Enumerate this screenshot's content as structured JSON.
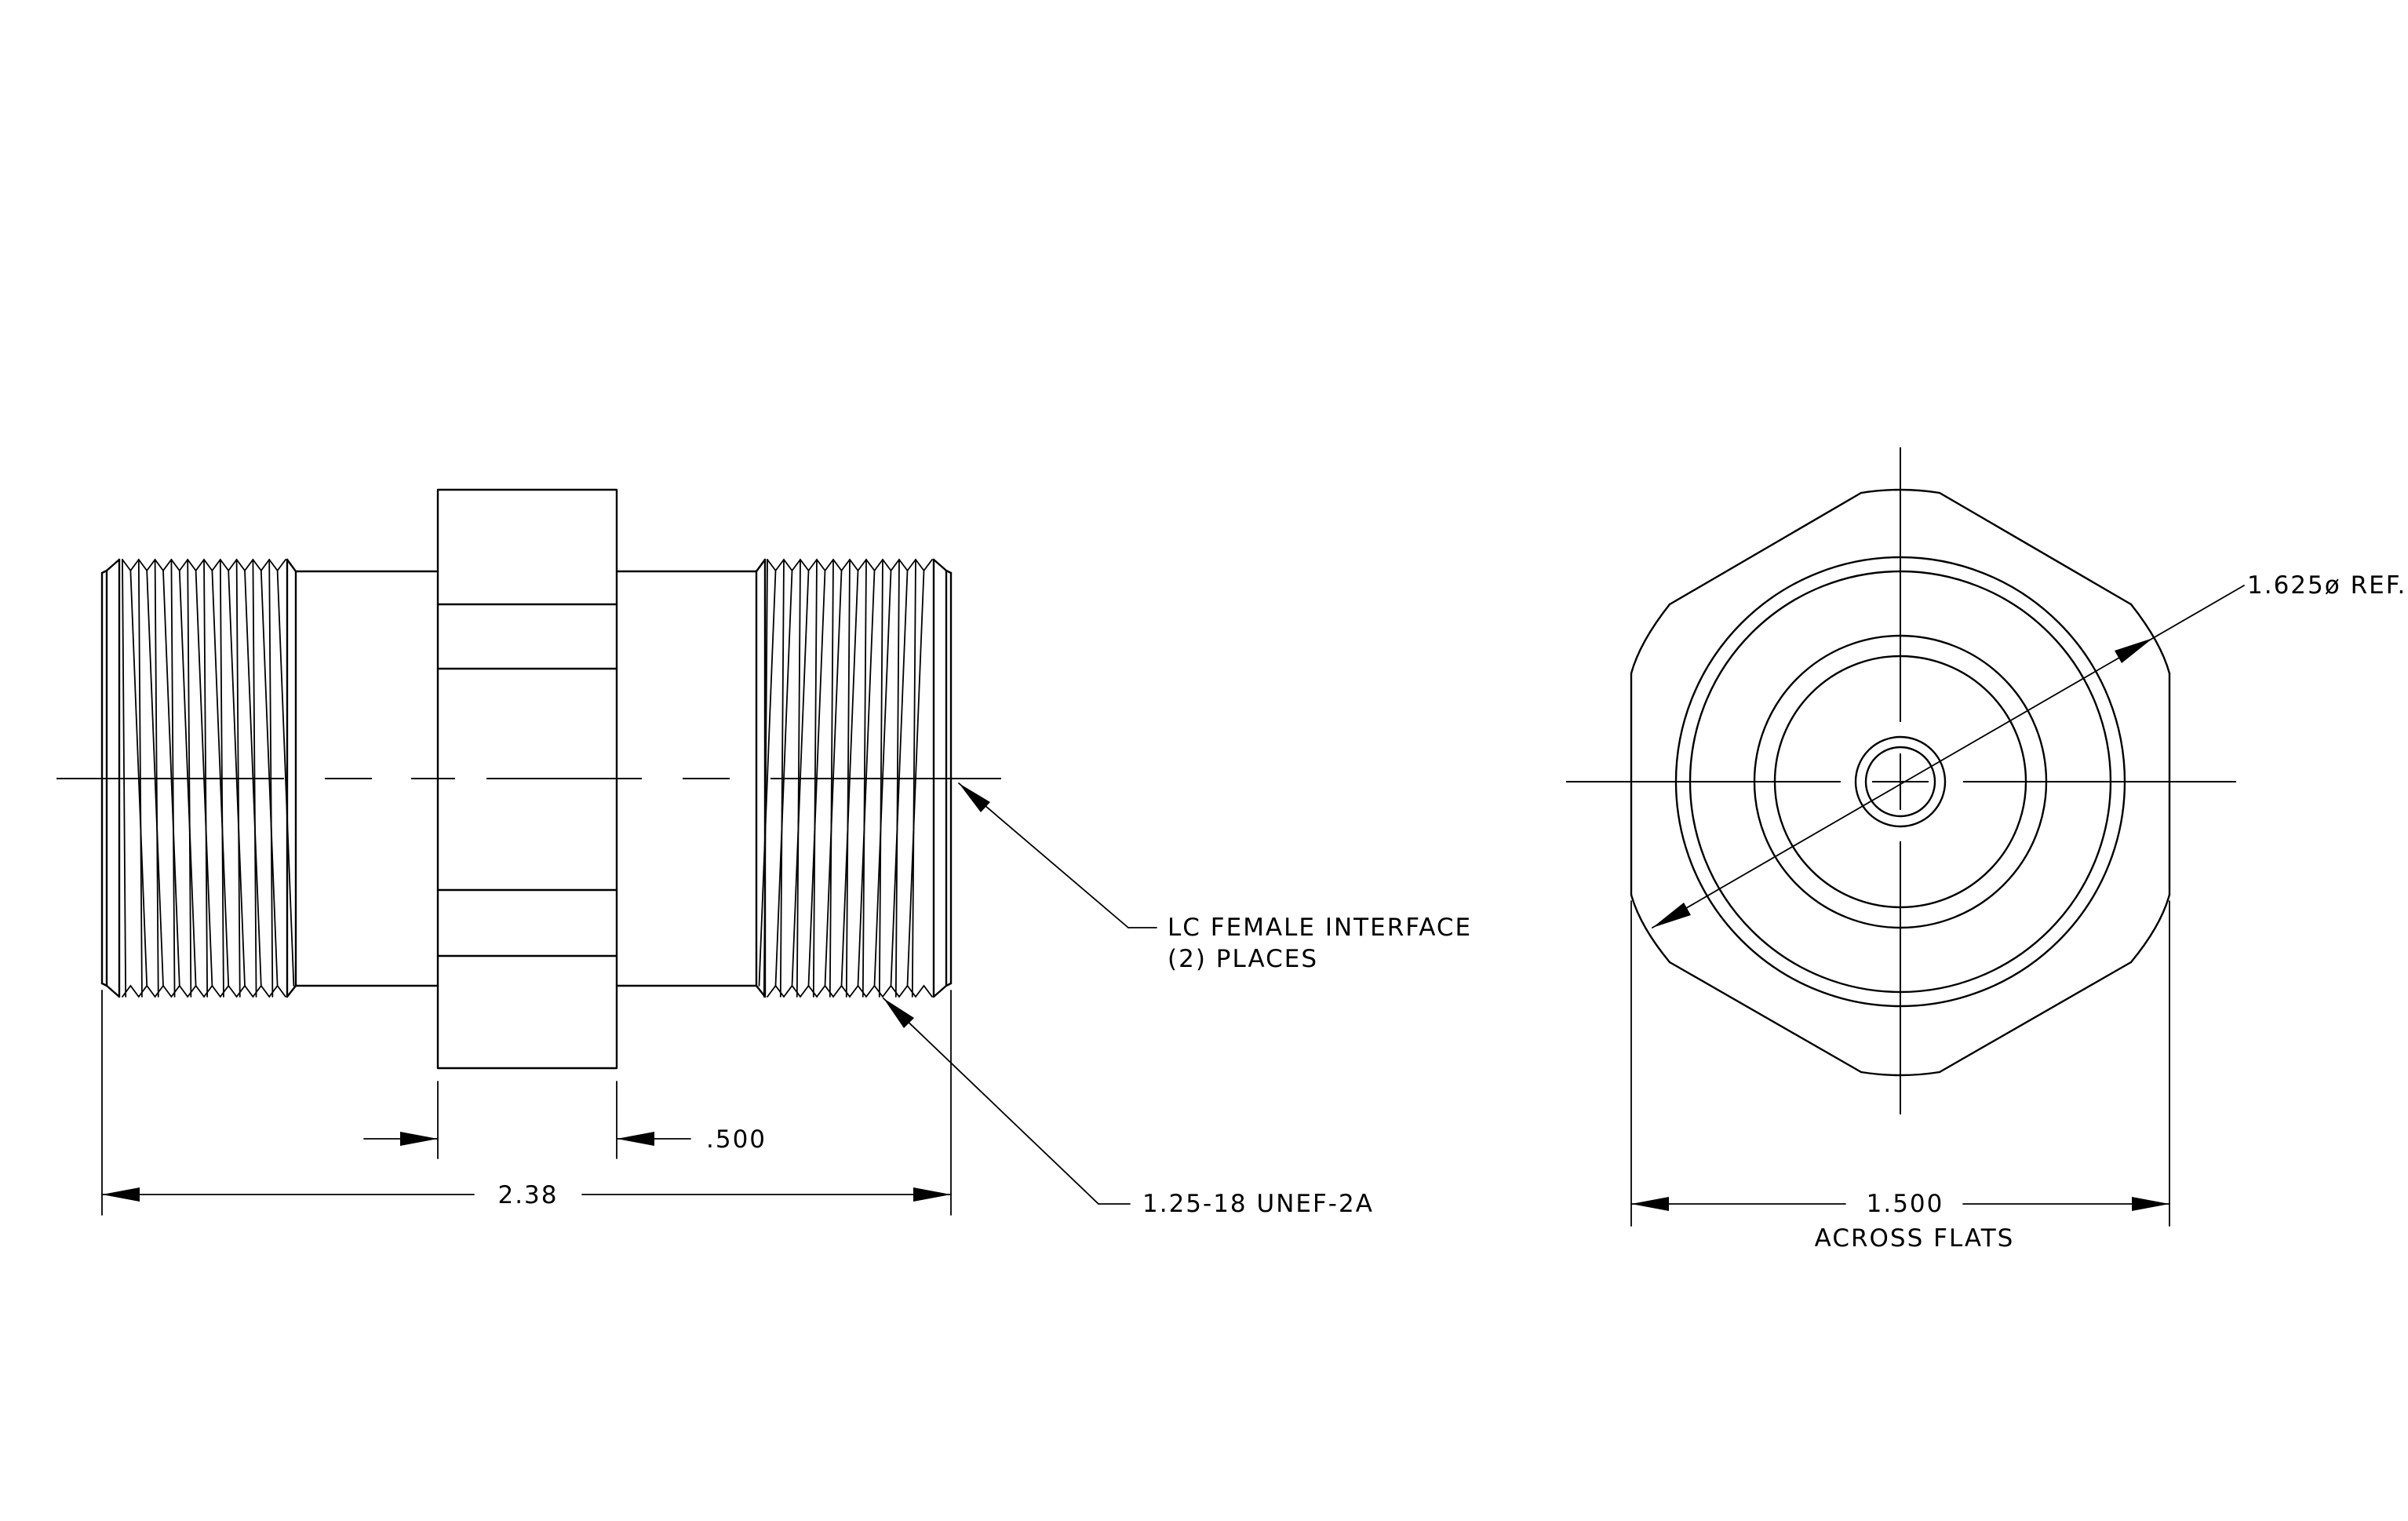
{
  "drawing": {
    "labels": {
      "interface_line1": "LC FEMALE INTERFACE",
      "interface_line2": "(2)  PLACES",
      "thread_spec": "1.25-18 UNEF-2A",
      "dim_hex_offset": ".500",
      "dim_overall_length": "2.38",
      "dim_diameter_ref": "1.625ø REF.",
      "dim_across_flats_value": "1.500",
      "dim_across_flats_note": "ACROSS FLATS"
    },
    "colors": {
      "line": "#000000",
      "background": "#ffffff"
    }
  }
}
